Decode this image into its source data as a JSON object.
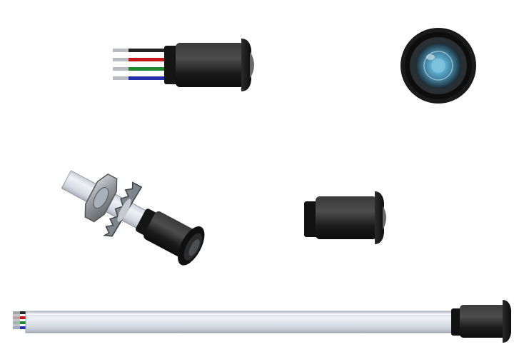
{
  "views": [
    {
      "id": "side-wired",
      "icon": "led-side-with-wires"
    },
    {
      "id": "front-lens",
      "icon": "led-front-lens"
    },
    {
      "id": "iso-with-nut",
      "icon": "led-isometric-with-nut-washer"
    },
    {
      "id": "side-bare",
      "icon": "led-side-bare"
    },
    {
      "id": "full-length",
      "icon": "led-full-length-with-sleeve"
    }
  ],
  "colors": {
    "body": "#1c1c1c",
    "body_highlight": "#4a4a4a",
    "wire_black": "#222222",
    "wire_red": "#c21818",
    "wire_green": "#1e8a2e",
    "wire_blue": "#2430a8",
    "lens": "#5aa7c9",
    "sleeve": "#d8dde6",
    "metal": "#9a9ea4"
  }
}
